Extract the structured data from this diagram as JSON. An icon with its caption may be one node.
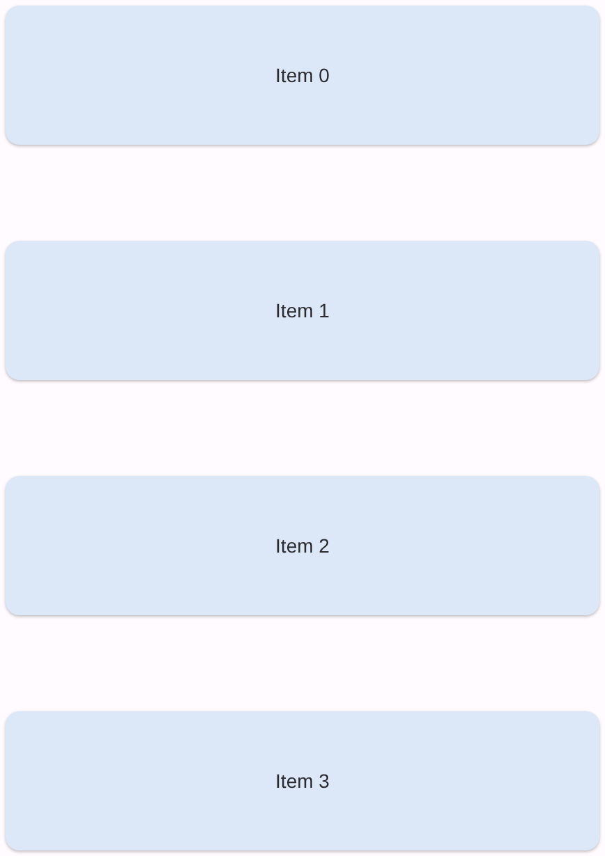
{
  "diagram": {
    "nodes": [
      {
        "text": [
          "Item 0"
        ]
      },
      {
        "text": [
          "Item 1"
        ]
      },
      {
        "text": [
          "Item 2"
        ]
      },
      {
        "text": [
          "Item 3"
        ]
      }
    ]
  }
}
